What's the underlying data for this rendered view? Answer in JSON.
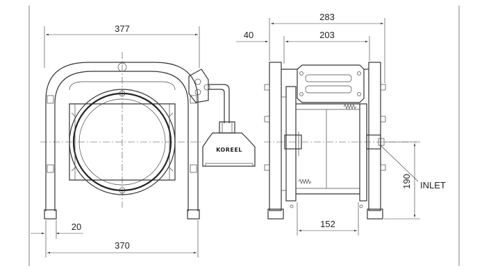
{
  "front_view": {
    "dim_top_width": "377",
    "dim_bottom_width": "370",
    "dim_foot_offset": "20",
    "logo_text": "KOREEL"
  },
  "side_view": {
    "dim_overall_width": "283",
    "dim_offset": "40",
    "dim_inner_width": "203",
    "dim_drum_width": "152",
    "dim_inlet_height": "190",
    "inlet_label": "INLET"
  }
}
